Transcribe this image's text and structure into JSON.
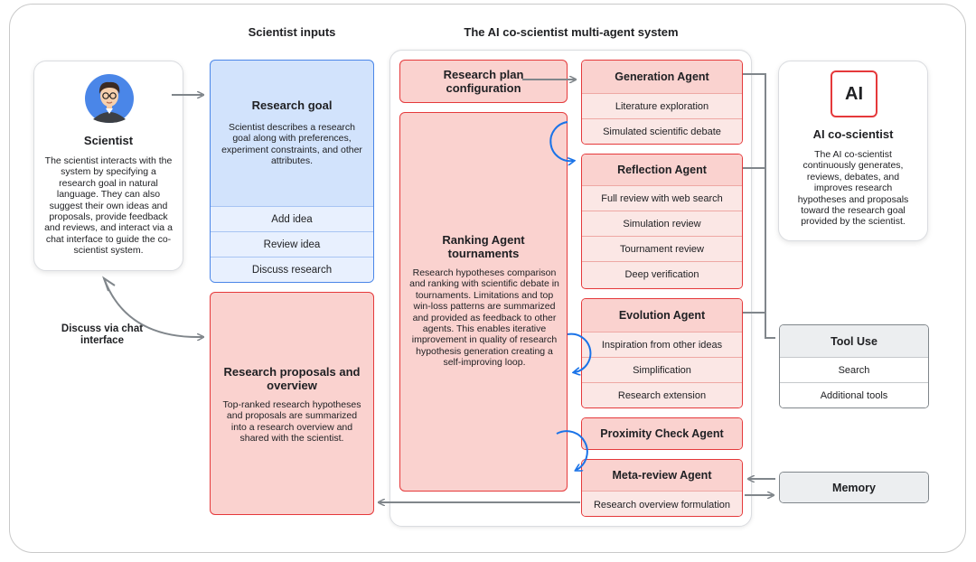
{
  "headers": {
    "scientist_inputs": "Scientist inputs",
    "system": "The AI co-scientist multi-agent system"
  },
  "scientist": {
    "icon": "scientist-avatar-icon",
    "title": "Scientist",
    "description": "The scientist interacts with the system by specifying a research goal in natural language. They can also suggest their own ideas and proposals, provide feedback and reviews, and interact via a chat interface to guide the co-scientist system."
  },
  "discuss_label": "Discuss via chat interface",
  "research_goal": {
    "title": "Research goal",
    "description": "Scientist describes a research goal along with preferences, experiment constraints, and other attributes.",
    "actions": [
      "Add idea",
      "Review idea",
      "Discuss research"
    ]
  },
  "proposals": {
    "title": "Research proposals and overview",
    "description": "Top-ranked research hypotheses and proposals are summarized into a research overview and shared with the scientist."
  },
  "research_plan": {
    "title": "Research plan configuration"
  },
  "ranking": {
    "title": "Ranking Agent tournaments",
    "description": "Research hypotheses comparison and ranking with scientific debate in tournaments. Limitations and top win-loss patterns are summarized and provided as feedback to other agents. This enables iterative improvement in quality of research hypothesis generation creating a self-improving loop."
  },
  "agents": {
    "generation": {
      "title": "Generation Agent",
      "items": [
        "Literature exploration",
        "Simulated scientific debate"
      ]
    },
    "reflection": {
      "title": "Reflection Agent",
      "items": [
        "Full review with web search",
        "Simulation review",
        "Tournament review",
        "Deep verification"
      ]
    },
    "evolution": {
      "title": "Evolution Agent",
      "items": [
        "Inspiration from other ideas",
        "Simplification",
        "Research extension"
      ]
    },
    "proximity": {
      "title": "Proximity Check Agent"
    },
    "meta_review": {
      "title": "Meta-review Agent",
      "items": [
        "Research overview formulation"
      ]
    }
  },
  "ai_coscientist": {
    "badge": "AI",
    "title": "AI co-scientist",
    "description": "The AI co-scientist continuously generates, reviews, debates, and improves research hypotheses and proposals toward the research goal provided by the scientist."
  },
  "tool_use": {
    "title": "Tool Use",
    "items": [
      "Search",
      "Additional tools"
    ]
  },
  "memory": {
    "title": "Memory"
  },
  "colors": {
    "accent_red": "#e5393b",
    "red_fill": "#fad2cf",
    "blue_fill": "#d2e3fc",
    "accent_blue": "#4a86e8",
    "loop_blue": "#1a73e8",
    "arrow_grey": "#80868b"
  }
}
